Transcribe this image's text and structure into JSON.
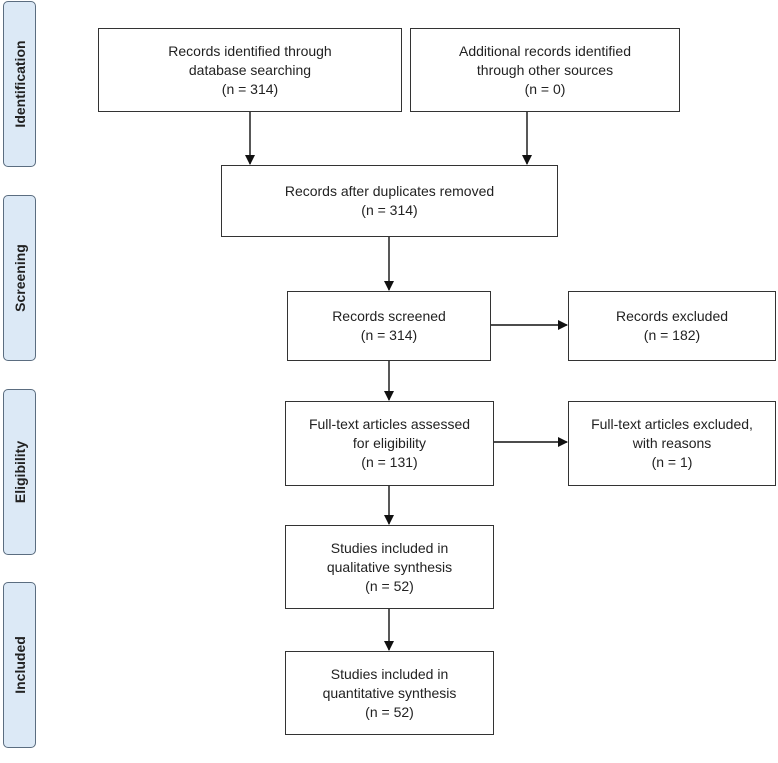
{
  "phases": {
    "identification": "Identification",
    "screening": "Screening",
    "eligibility": "Eligibility",
    "included": "Included"
  },
  "boxes": {
    "identified_db": {
      "line1": "Records identified through",
      "line2": "database searching",
      "count": "(n = 314)"
    },
    "identified_other": {
      "line1": "Additional records identified",
      "line2": "through other sources",
      "count": "(n = 0)"
    },
    "after_duplicates": {
      "line1": "Records after duplicates removed",
      "count": "(n = 314)"
    },
    "screened": {
      "line1": "Records screened",
      "count": "(n = 314)"
    },
    "excluded": {
      "line1": "Records excluded",
      "count": "(n = 182)"
    },
    "fulltext_assessed": {
      "line1": "Full-text articles assessed",
      "line2": "for eligibility",
      "count": "(n = 131)"
    },
    "fulltext_excluded": {
      "line1": "Full-text articles excluded,",
      "line2": "with reasons",
      "count": "(n = 1)"
    },
    "qualitative": {
      "line1": "Studies included in",
      "line2": "qualitative synthesis",
      "count": "(n = 52)"
    },
    "quantitative": {
      "line1": "Studies included in",
      "line2": "quantitative synthesis",
      "count": "(n = 52)"
    }
  }
}
